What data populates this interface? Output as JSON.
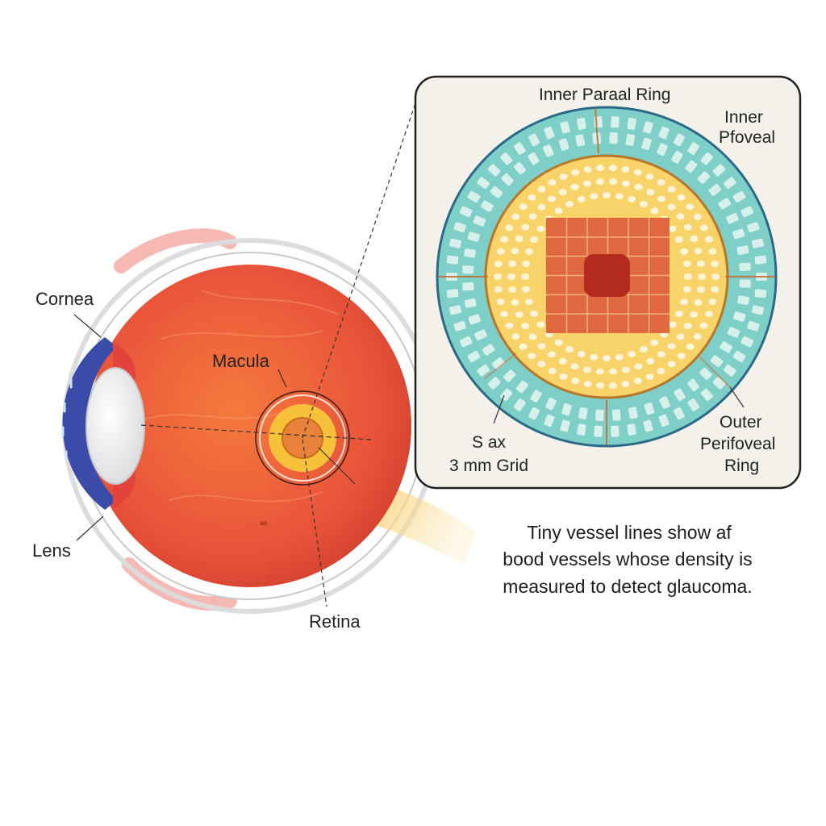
{
  "labels": {
    "cornea": "Cornea",
    "lens": "Lens",
    "macula": "Macula",
    "retina": "Retina",
    "tiny_mark": "ᵃᵃ"
  },
  "inset": {
    "inner_parafoveal": "Inner Paraal Ring",
    "inner_perifoveal_line1": "Inner",
    "inner_perifoveal_line2": "Pfoveal",
    "grid_line1": "S ax",
    "grid_line2": "3 mm Grid",
    "outer_line1": "Outer",
    "outer_line2": "Perifoveal",
    "outer_line3": "Ring"
  },
  "caption": {
    "line1": "Tiny vessel lines show af",
    "line2": "bood vessels whose density is",
    "line3": "measured to detect glaucoma."
  },
  "colors": {
    "sclera": "#e8523a",
    "cornea": "#3a4ba8",
    "lens": "#f4f4f4",
    "macula_ring": "#f7c23a",
    "optic_nerve": "#f6c64a",
    "inset_bg": "#f4f1ea",
    "outer_ring": "#7fcfc9",
    "inner_ring": "#f8d36a",
    "grid": "#e0683e",
    "center": "#b32a1e"
  }
}
